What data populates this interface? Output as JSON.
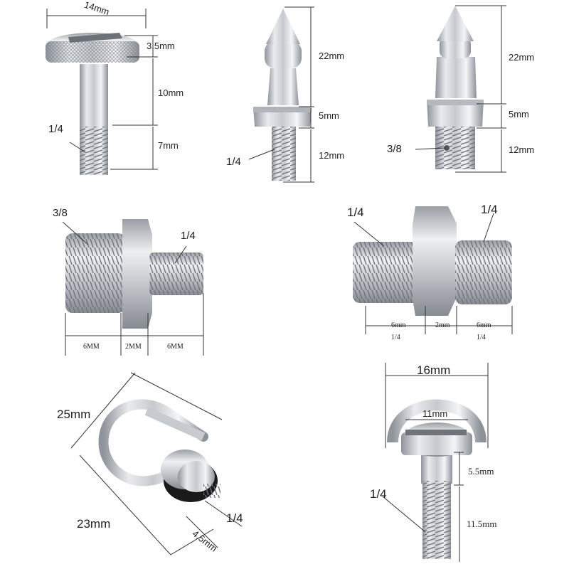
{
  "colors": {
    "metal": "#c9ccd1",
    "metal_dark": "#8d9198",
    "metal_light": "#f2f3f5",
    "line": "#333333",
    "rubber": "#1a1a1a"
  },
  "screw_thumb": {
    "width": "14mm",
    "head": "3.5mm",
    "shank": "10mm",
    "thread_len": "7mm",
    "thread": "1/4"
  },
  "spike_14": {
    "tip": "22mm",
    "hex": "5mm",
    "thread_len": "12mm",
    "thread": "1/4"
  },
  "spike_38": {
    "tip": "22mm",
    "hex": "5mm",
    "thread_len": "12mm",
    "thread": "3/8"
  },
  "adapter_38_14": {
    "left": "3/8",
    "right": "1/4",
    "dim_left": "6MM",
    "dim_mid": "2MM",
    "dim_right": "6MM"
  },
  "adapter_14_14": {
    "left": "1/4",
    "right": "1/4",
    "dim_left": "6mm",
    "dim_mid": "2mm",
    "dim_right": "6mm",
    "sub_left": "1/4",
    "sub_right": "1/4"
  },
  "d_ring_a": {
    "length": "25mm",
    "width": "23mm",
    "thread_len": "4.5mm",
    "thread": "1/4"
  },
  "d_ring_b": {
    "ring_width": "16mm",
    "head_width": "11mm",
    "head": "5.5mm",
    "thread_len": "11.5mm",
    "thread": "1/4"
  }
}
